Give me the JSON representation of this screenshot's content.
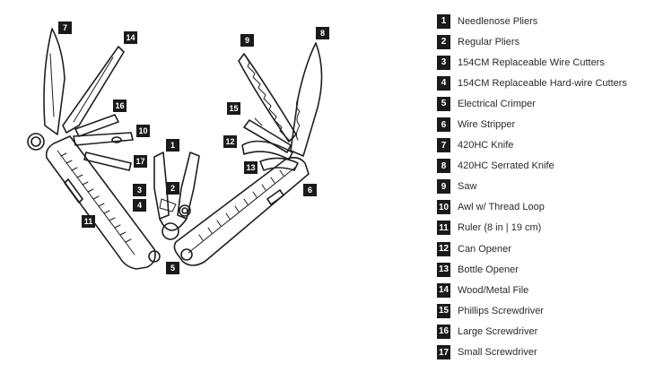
{
  "legend": [
    {
      "num": "1",
      "label": "Needlenose Pliers"
    },
    {
      "num": "2",
      "label": "Regular Pliers"
    },
    {
      "num": "3",
      "label": "154CM Replaceable Wire Cutters"
    },
    {
      "num": "4",
      "label": "154CM Replaceable Hard-wire Cutters"
    },
    {
      "num": "5",
      "label": "Electrical Crimper"
    },
    {
      "num": "6",
      "label": "Wire Stripper"
    },
    {
      "num": "7",
      "label": "420HC Knife"
    },
    {
      "num": "8",
      "label": "420HC Serrated Knife"
    },
    {
      "num": "9",
      "label": "Saw"
    },
    {
      "num": "10",
      "label": "Awl w/ Thread Loop"
    },
    {
      "num": "11",
      "label": "Ruler (8 in | 19 cm)"
    },
    {
      "num": "12",
      "label": "Can Opener"
    },
    {
      "num": "13",
      "label": "Bottle Opener"
    },
    {
      "num": "14",
      "label": "Wood/Metal File"
    },
    {
      "num": "15",
      "label": "Phillips Screwdriver"
    },
    {
      "num": "16",
      "label": "Large Screwdriver"
    },
    {
      "num": "17",
      "label": "Small Screwdriver"
    }
  ],
  "colors": {
    "badge": "#1a1a1a",
    "line": "#1f1f1f",
    "text": "#2a2a2a"
  },
  "icons": {
    "diagram": "multi-tool-line-drawing"
  }
}
